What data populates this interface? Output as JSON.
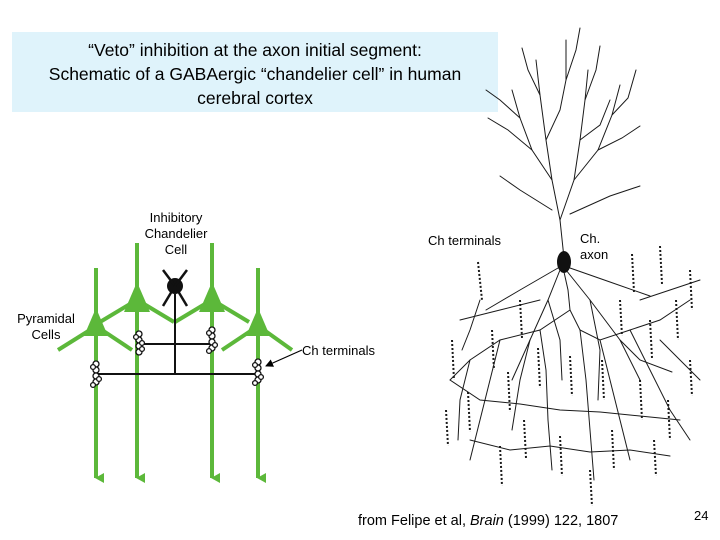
{
  "title": {
    "line1": "“Veto” inhibition at the axon initial segment:",
    "line2": "Schematic of a GABAergic “chandelier cell” in human",
    "line3": "cerebral cortex"
  },
  "labels": {
    "inhibitory_line1": "Inhibitory",
    "inhibitory_line2": "Chandelier",
    "inhibitory_line3": "Cell",
    "pyramidal_line1": "Pyramidal",
    "pyramidal_line2": "Cells",
    "ch_terminals_upper": "Ch terminals",
    "ch_axon_line1": "Ch.",
    "ch_axon_line2": "axon",
    "ch_terminals_lower": "Ch terminals"
  },
  "citation": {
    "prefix": "from Felipe et al, ",
    "journal": "Brain",
    "suffix": " (1999) 122, 1807"
  },
  "page_number": "24",
  "colors": {
    "title_background": "#dff3fb",
    "pyramidal_cell": "#5cb83a",
    "chandelier_cell": "#111111",
    "drawing_ink": "#1a1a1a"
  }
}
